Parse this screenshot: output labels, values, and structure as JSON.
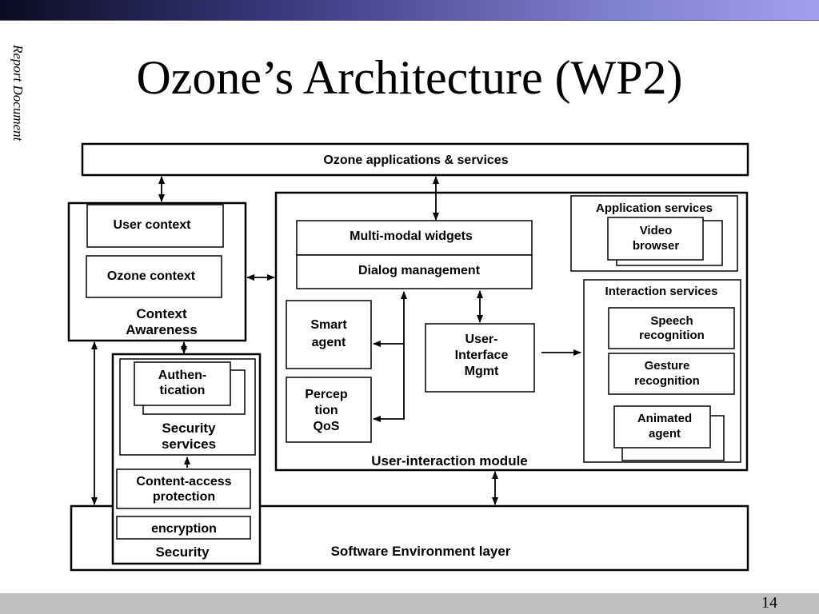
{
  "slide": {
    "side_label": "Report Document",
    "title": "Ozone’s Architecture (WP2)",
    "page_number": "14"
  },
  "diagram": {
    "apps_services": "Ozone applications & services",
    "context": {
      "user_context": "User context",
      "ozone_context": "Ozone context",
      "label_line1": "Context",
      "label_line2": "Awareness"
    },
    "security": {
      "authentication_line1": "Authen-",
      "authentication_line2": "tication",
      "services_line1": "Security",
      "services_line2": "services",
      "content_access_line1": "Content-access",
      "content_access_line2": "protection",
      "encryption": "encryption",
      "label": "Security"
    },
    "ui_module": {
      "multimodal_widgets": "Multi-modal widgets",
      "dialog_management": "Dialog management",
      "smart_agent_line1": "Smart",
      "smart_agent_line2": "agent",
      "perception_line1": "Percep",
      "perception_line2": "tion",
      "perception_line3": "QoS",
      "ui_mgmt_line1": "User-",
      "ui_mgmt_line2": "Interface",
      "ui_mgmt_line3": "Mgmt",
      "label": "User-interaction module",
      "app_services": {
        "label": "Application services",
        "video_line1": "Video",
        "video_line2": "browser"
      },
      "interaction_services": {
        "label": "Interaction services",
        "speech_line1": "Speech",
        "speech_line2": "recognition",
        "gesture_line1": "Gesture",
        "gesture_line2": "recognition",
        "animated_line1": "Animated",
        "animated_line2": "agent"
      }
    },
    "software_env": "Software Environment layer"
  }
}
